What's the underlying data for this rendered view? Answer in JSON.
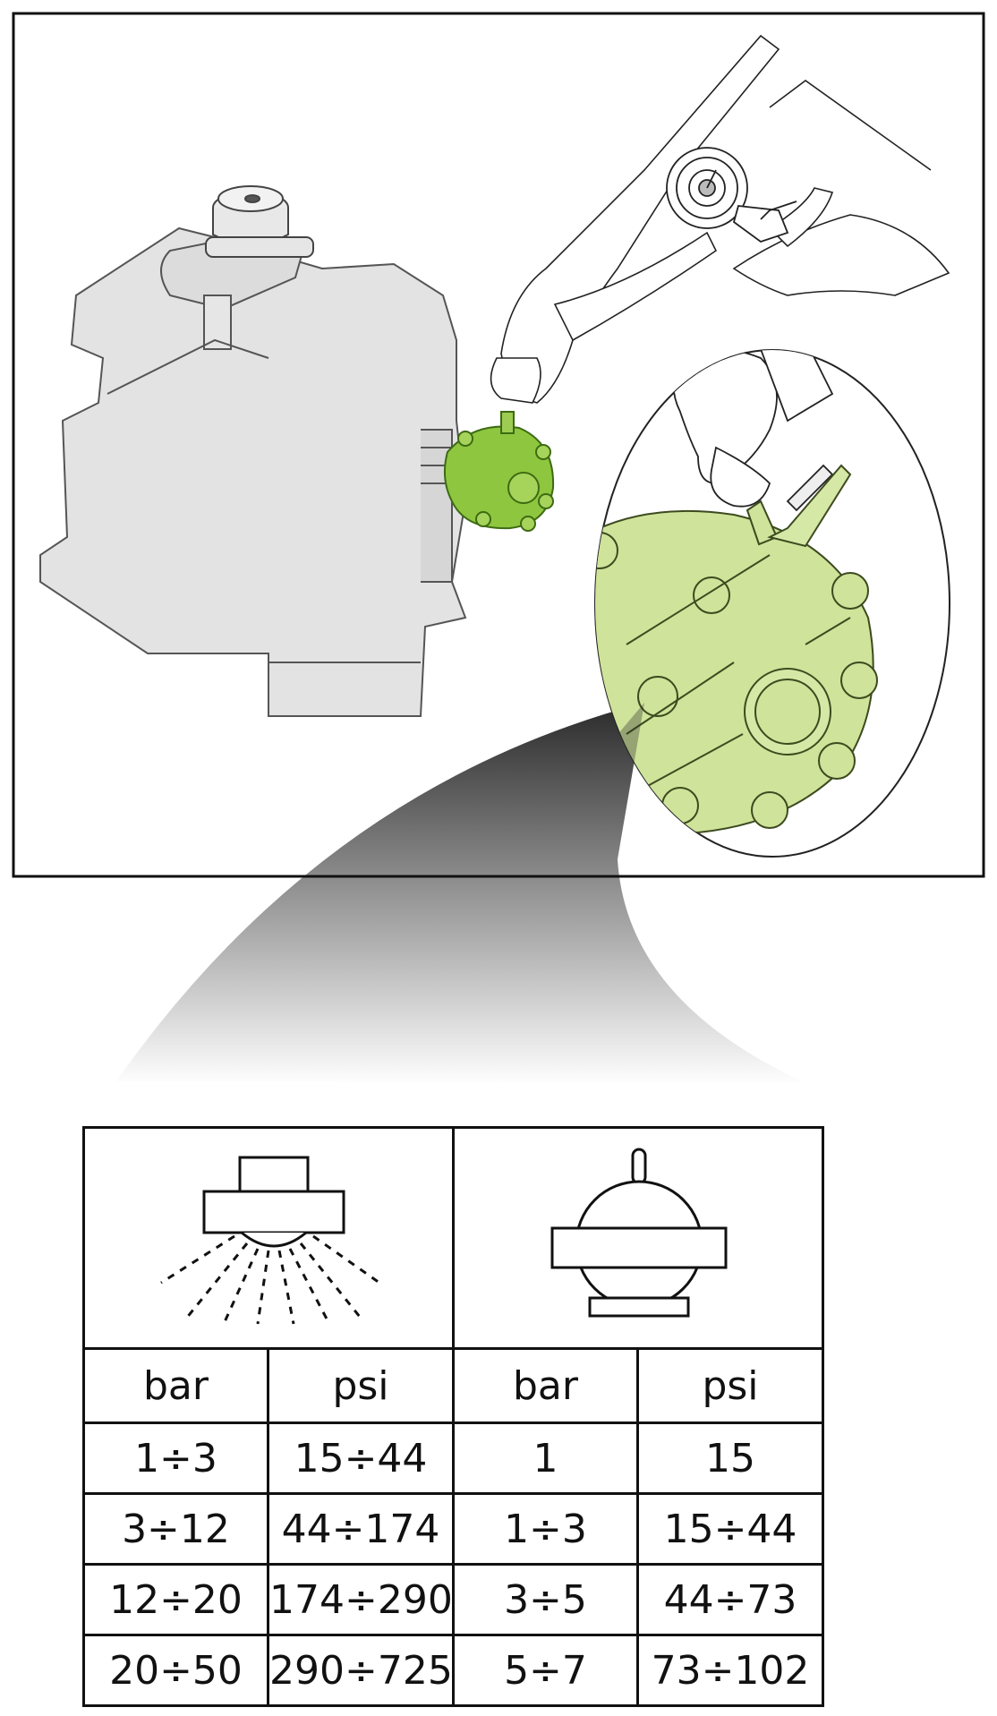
{
  "illustration": {
    "colors": {
      "highlight": "#8ec63f",
      "highlight_fill": "#cfe39a",
      "machine": "#e3e3e3",
      "outline": "#222222"
    },
    "icons": [
      "engine-silhouette",
      "hand-icon",
      "pressure-gauge-icon",
      "air-pump-icon",
      "accumulator-icon",
      "magnifier-lens"
    ]
  },
  "table": {
    "groups": [
      {
        "icon": "spray-nozzle-icon"
      },
      {
        "icon": "pressure-accumulator-icon"
      }
    ],
    "headers": [
      "bar",
      "psi",
      "bar",
      "psi"
    ],
    "rows": [
      [
        "1÷3",
        "15÷44",
        "1",
        "15"
      ],
      [
        "3÷12",
        "44÷174",
        "1÷3",
        "15÷44"
      ],
      [
        "12÷20",
        "174÷290",
        "3÷5",
        "44÷73"
      ],
      [
        "20÷50",
        "290÷725",
        "5÷7",
        "73÷102"
      ]
    ]
  }
}
